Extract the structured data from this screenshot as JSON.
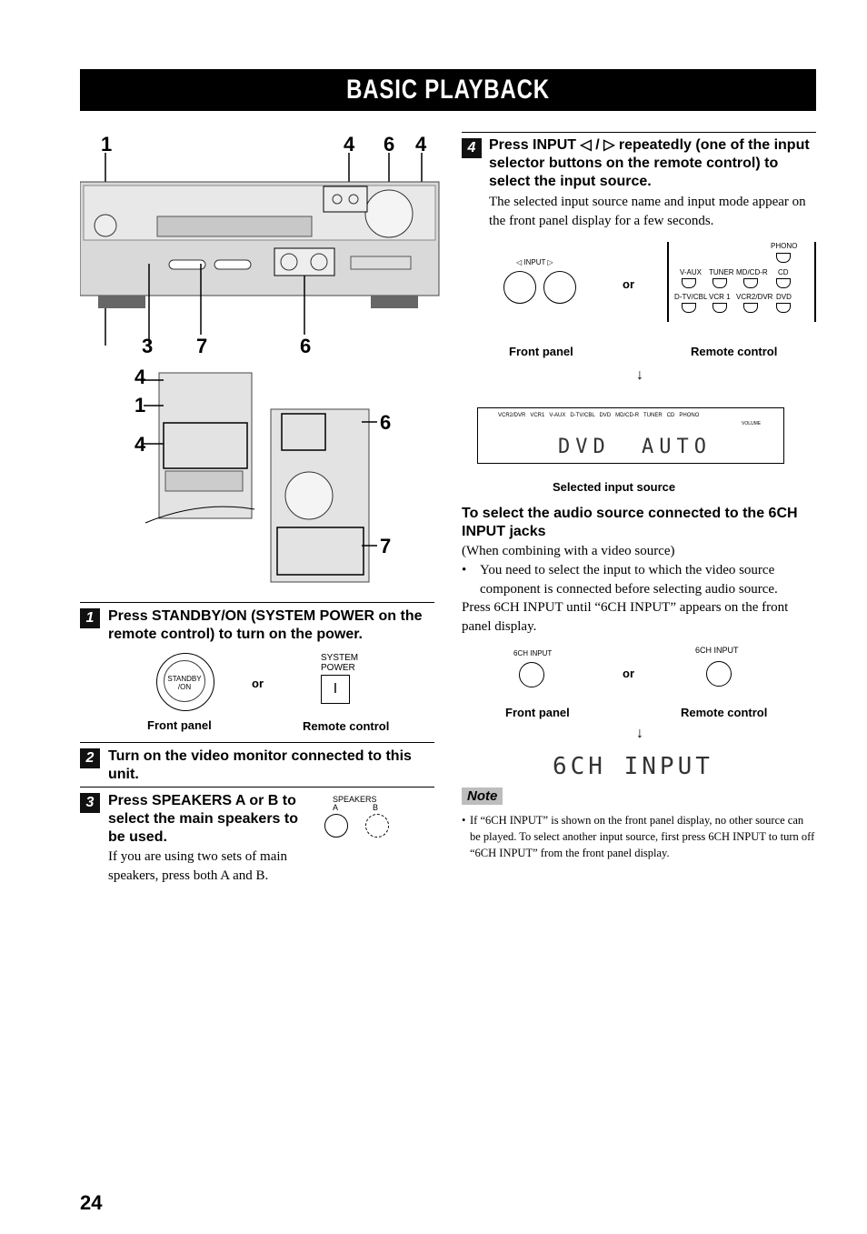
{
  "header": {
    "title": "BASIC PLAYBACK"
  },
  "figure_top": {
    "callouts_top": [
      "1",
      "4",
      "6",
      "4"
    ],
    "callouts_bottom": [
      "3",
      "7",
      "6"
    ],
    "remote_callouts_left": [
      "4",
      "1",
      "4"
    ],
    "remote_callouts_right": [
      "6",
      "7"
    ]
  },
  "step1": {
    "badge": "1",
    "title": "Press STANDBY/ON (SYSTEM POWER on the remote control) to turn on the power.",
    "button_left_label": "STANDBY\n/ON",
    "or": "or",
    "system_power_label_1": "SYSTEM",
    "system_power_label_2": "POWER",
    "system_power_key": "I",
    "front_panel": "Front panel",
    "remote_control": "Remote control"
  },
  "step2": {
    "badge": "2",
    "title": "Turn on the video monitor connected to this unit."
  },
  "step3": {
    "badge": "3",
    "title": "Press SPEAKERS A or B to select the main speakers to be used.",
    "speakers_label": "SPEAKERS",
    "speaker_a": "A",
    "speaker_b": "B",
    "body": "If you are using two sets of main speakers, press both A and B."
  },
  "step4": {
    "badge": "4",
    "title": "Press INPUT ◁ / ▷ repeatedly (one of the input selector buttons on the remote control) to select the input source.",
    "body": "The selected input source name and input mode appear on the front panel display for a few seconds.",
    "input_label": "◁   INPUT   ▷",
    "or": "or",
    "remote_row1": [
      "V-AUX",
      "TUNER",
      "MD/CD-R",
      "CD"
    ],
    "remote_row2": [
      "D-TV/CBL",
      "VCR 1",
      "VCR2/DVR",
      "DVD"
    ],
    "remote_phono": "PHONO",
    "front_panel": "Front panel",
    "remote_control": "Remote control",
    "display_sources": "VCR2/DVR   VCR1   V-AUX   D-TV/CBL   DVD   MD/CD-R   TUNER   CD   PHONO",
    "display_volume": "VOLUME",
    "display_text_left": "DVD",
    "display_text_right": "AUTO",
    "display_caption": "Selected input source"
  },
  "sixch": {
    "heading": "To select the audio source connected to the 6CH INPUT jacks",
    "line1": "(When combining with a video source)",
    "bullet": "You need to select the input to which the video source component is connected before selecting audio source.",
    "line2": "Press 6CH INPUT until “6CH INPUT” appears on the front panel display.",
    "btn_label_left": "6CH INPUT",
    "btn_label_right": "6CH INPUT",
    "or": "or",
    "front_panel": "Front panel",
    "remote_control": "Remote control",
    "display_text": "6CH INPUT"
  },
  "note": {
    "label": "Note",
    "text": "If “6CH INPUT” is shown on the front panel display, no other source can be played. To select another input source, first press 6CH INPUT to turn off “6CH INPUT” from the front panel display."
  },
  "page_number": "24"
}
